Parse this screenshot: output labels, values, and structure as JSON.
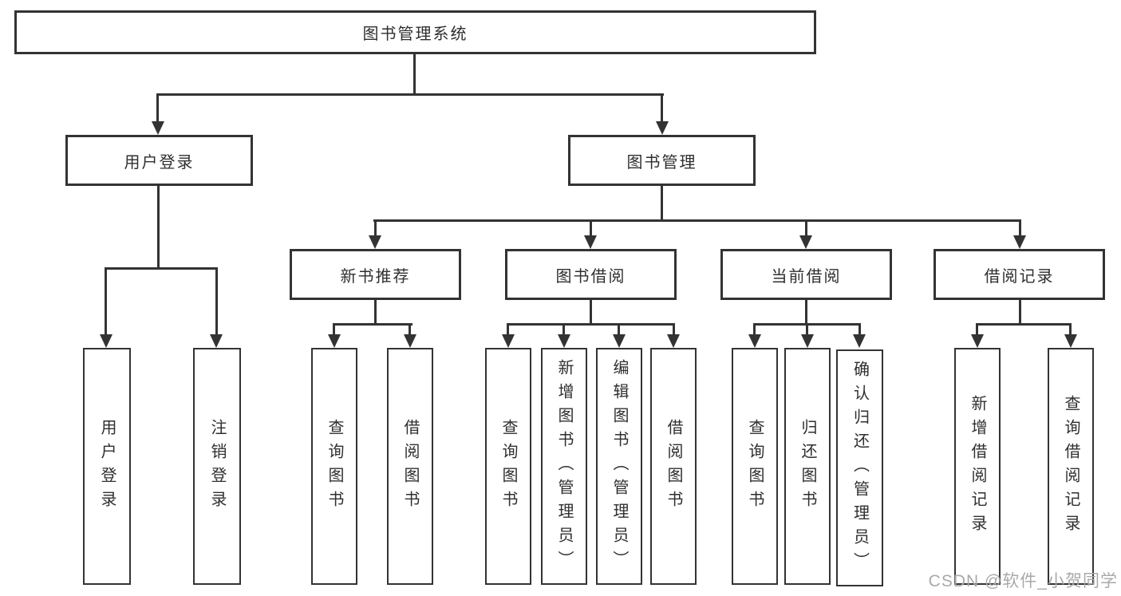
{
  "diagram": {
    "root": {
      "label": "图书管理系统"
    },
    "level2": [
      {
        "label": "用户登录"
      },
      {
        "label": "图书管理"
      }
    ],
    "level3": [
      {
        "label": "新书推荐"
      },
      {
        "label": "图书借阅"
      },
      {
        "label": "当前借阅"
      },
      {
        "label": "借阅记录"
      }
    ],
    "leaves": {
      "user_login": [
        "用户登录",
        "注销登录"
      ],
      "new_book_recommend": [
        "查询图书",
        "借阅图书"
      ],
      "book_borrow": [
        "查询图书",
        "新增图书（管理员）",
        "编辑图书（管理员）",
        "借阅图书"
      ],
      "current_borrow": [
        "查询图书",
        "归还图书",
        "确认归还（管理员）"
      ],
      "borrow_records": [
        "新增借阅记录",
        "查询借阅记录"
      ]
    }
  },
  "watermark": {
    "text": "CSDN @软件_小贺同学"
  },
  "colors": {
    "line": "#333333",
    "text": "#2f2f2f",
    "watermark": "#a9a9a9",
    "background": "#ffffff"
  }
}
